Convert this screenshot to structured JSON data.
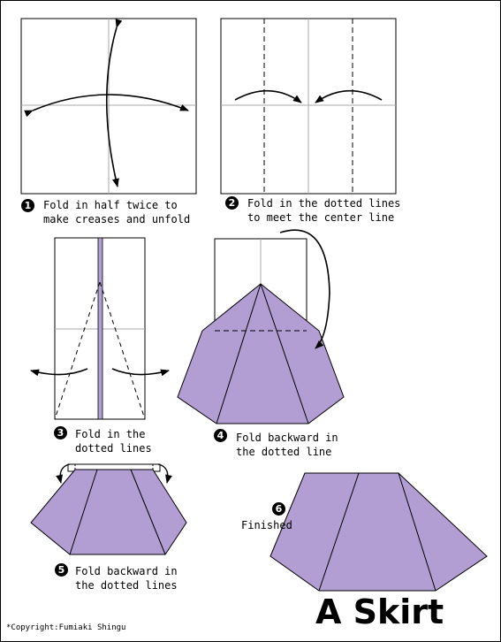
{
  "title": "A Skirt",
  "copyright": "*Copyright:Fumiaki Shingu",
  "colors": {
    "paper_color": "#b39ed4",
    "line": "#000000",
    "crease": "#aaaaaa"
  },
  "steps": [
    {
      "number": "1",
      "line1": "Fold in half twice to",
      "line2": "make creases and unfold"
    },
    {
      "number": "2",
      "line1": "Fold in the dotted lines",
      "line2": "to meet the center line"
    },
    {
      "number": "3",
      "line1": "Fold in the",
      "line2": "dotted lines"
    },
    {
      "number": "4",
      "line1": "Fold backward in",
      "line2": "the dotted line"
    },
    {
      "number": "5",
      "line1": "Fold backward in",
      "line2": "the dotted lines"
    },
    {
      "number": "6",
      "line1": "Finished",
      "line2": ""
    }
  ]
}
